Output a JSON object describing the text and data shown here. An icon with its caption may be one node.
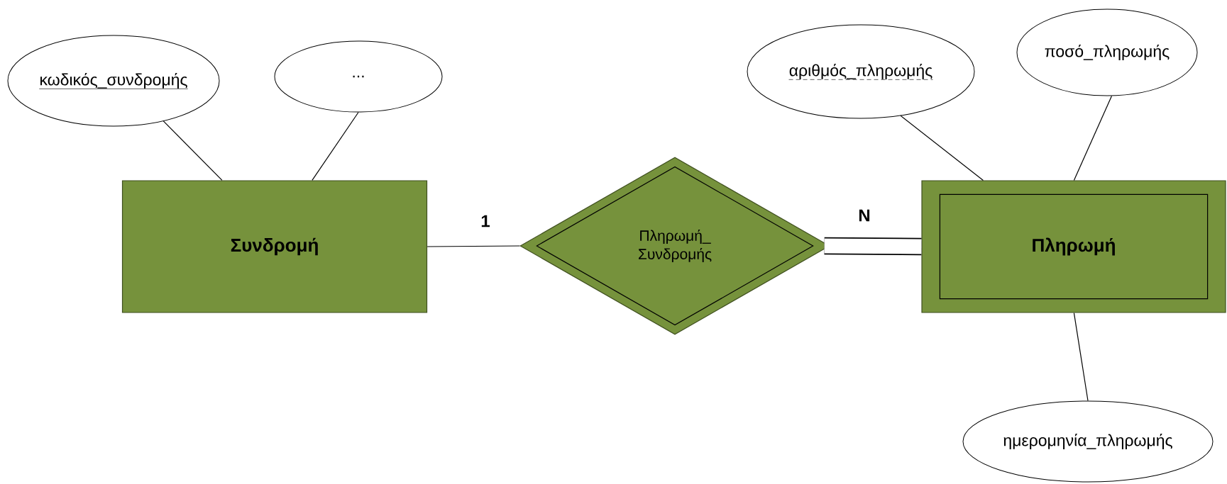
{
  "diagram": {
    "nodes": [
      {
        "text": [
          "κωδικός_συνδρομής"
        ]
      },
      {
        "text": [
          "..."
        ]
      },
      {
        "text": [
          "Συνδρομή"
        ]
      },
      {
        "text": [
          "Πληρωμή_ Συνδρομής"
        ]
      },
      {
        "text": [
          "αριθμός_πληρωμής"
        ]
      },
      {
        "text": [
          "ποσό_πληρωμής"
        ]
      },
      {
        "text": [
          "Πληρωμή"
        ]
      },
      {
        "text": [
          "ημερομηνία_πληρωμής"
        ]
      }
    ],
    "edges": [
      {
        "from": 0,
        "to": 2,
        "arrow": "none"
      },
      {
        "from": 1,
        "to": 2,
        "arrow": "none"
      },
      {
        "from": 2,
        "to": 3,
        "arrow": "none",
        "label": "1"
      },
      {
        "from": 3,
        "to": 6,
        "arrow": "none",
        "label": "N",
        "style": "thick"
      },
      {
        "from": 4,
        "to": 6,
        "arrow": "none"
      },
      {
        "from": 5,
        "to": 6,
        "arrow": "none"
      },
      {
        "from": 6,
        "to": 7,
        "arrow": "none"
      }
    ]
  }
}
